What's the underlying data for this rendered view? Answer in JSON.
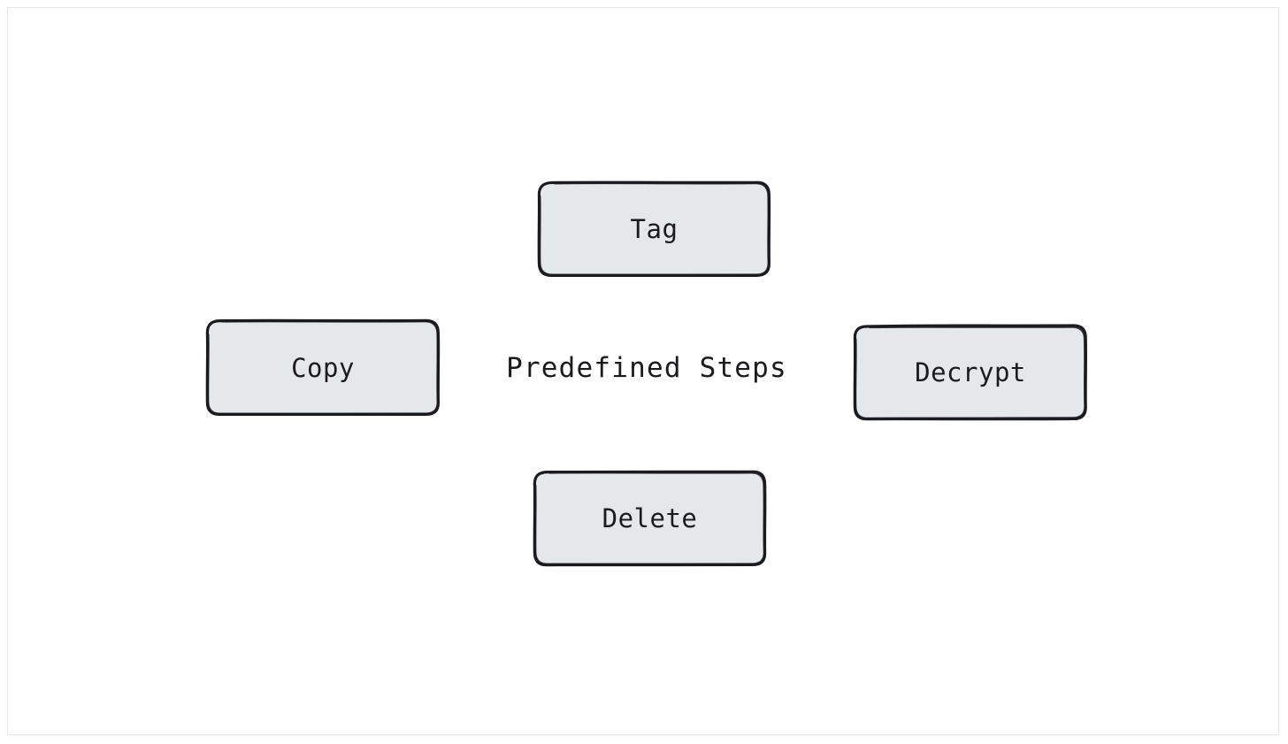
{
  "diagram": {
    "title": "Predefined Steps",
    "style": "hand-drawn-sketch",
    "colors": {
      "node_fill": "#e5e8eb",
      "node_stroke": "#1b1b1f",
      "text": "#1b1b1f",
      "canvas": "#ffffff",
      "frame_border": "#e6e6e6"
    },
    "center_label": "Predefined Steps",
    "nodes": [
      {
        "id": "tag",
        "label": "Tag",
        "position": "top",
        "shape": "rounded-rectangle"
      },
      {
        "id": "copy",
        "label": "Copy",
        "position": "left",
        "shape": "rounded-rectangle"
      },
      {
        "id": "decrypt",
        "label": "Decrypt",
        "position": "right",
        "shape": "rounded-rectangle"
      },
      {
        "id": "delete",
        "label": "Delete",
        "position": "bottom",
        "shape": "rounded-rectangle"
      }
    ]
  }
}
